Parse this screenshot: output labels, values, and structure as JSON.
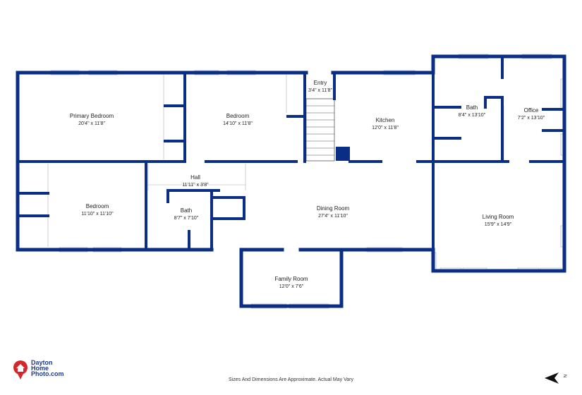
{
  "rooms": {
    "primary_bedroom": {
      "name": "Primary Bedroom",
      "dim": "20'4\" x 11'8\""
    },
    "bedroom_top": {
      "name": "Bedroom",
      "dim": "14'10\" x 11'8\""
    },
    "entry": {
      "name": "Entry",
      "dim": "3'4\" x 11'8\""
    },
    "kitchen": {
      "name": "Kitchen",
      "dim": "12'0\" x 11'8\""
    },
    "bath_top": {
      "name": "Bath",
      "dim": "8'4\" x 13'10\""
    },
    "office": {
      "name": "Office",
      "dim": "7'2\" x 13'10\""
    },
    "hall": {
      "name": "Hall",
      "dim": "11'11\" x 3'8\""
    },
    "bedroom_left": {
      "name": "Bedroom",
      "dim": "11'10\" x 11'10\""
    },
    "bath_mid": {
      "name": "Bath",
      "dim": "8'7\" x 7'10\""
    },
    "dining_room": {
      "name": "Dining Room",
      "dim": "27'4\" x 11'10\""
    },
    "living_room": {
      "name": "Living Room",
      "dim": "15'9\" x 14'9\""
    },
    "family_room": {
      "name": "Family Room",
      "dim": "12'0\" x 7'6\""
    }
  },
  "logo": {
    "line1": "Dayton",
    "line2": "Home",
    "line3": "Photo.com",
    "icon": "house-pin-icon"
  },
  "disclaimer": "Sizes And Dimensions Are Approximate. Actual May Vary",
  "north": {
    "label": "N",
    "icon": "north-arrow-icon"
  },
  "colors": {
    "wall": "#0a2e86",
    "logo_red": "#d6262b",
    "logo_blue": "#1d3a8a"
  }
}
